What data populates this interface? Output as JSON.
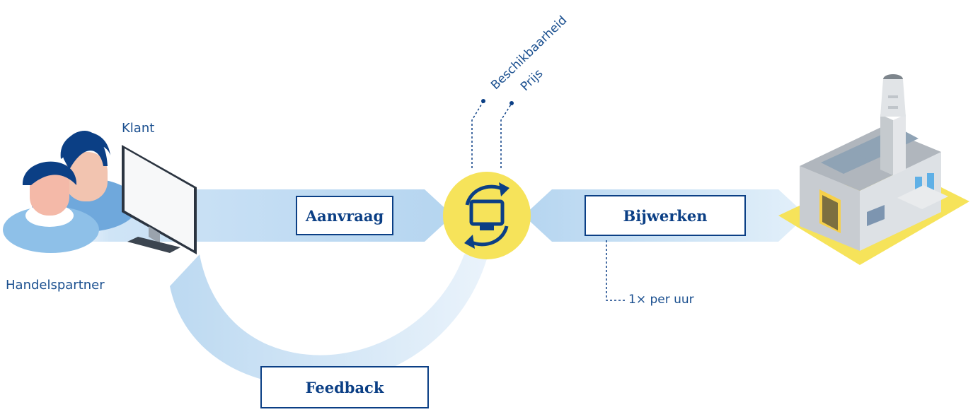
{
  "labels": {
    "klant": "Klant",
    "handelspartner": "Handelspartner",
    "beschikbaarheid": "Beschikbaarheid",
    "prijs": "Prijs",
    "frequency": "1× per uur"
  },
  "steps": {
    "aanvraag": "Aanvraag",
    "bijwerken": "Bijwerken",
    "feedback": "Feedback"
  },
  "colors": {
    "navy": "#0b3f85",
    "band": "#b9d8f1",
    "yellow": "#f6e35a"
  }
}
